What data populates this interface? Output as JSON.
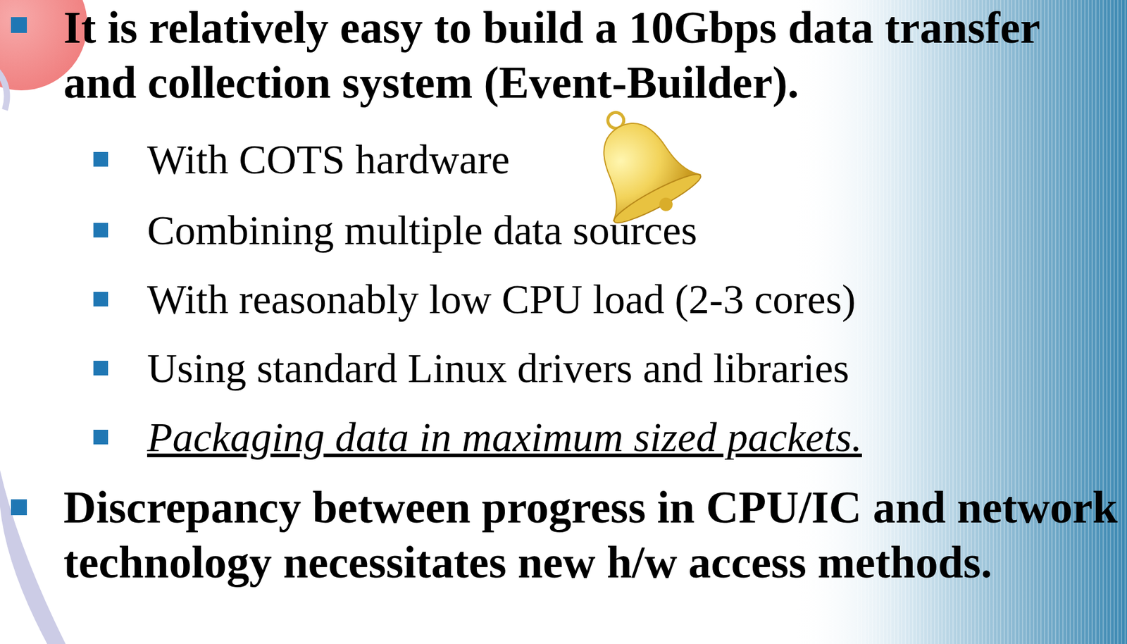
{
  "diagram": {
    "labels": [
      "It is relatively easy to build a 10Gbps data transfer and collection system (Event-Builder).",
      "With COTS hardware",
      "Combining multiple data sources",
      "With reasonably low CPU load (2-3 cores)",
      "Using standard Linux drivers and libraries",
      "Packaging data in maximum sized packets.",
      "Discrepancy between progress in CPU/IC and network technology necessitates new h/w access methods."
    ]
  }
}
